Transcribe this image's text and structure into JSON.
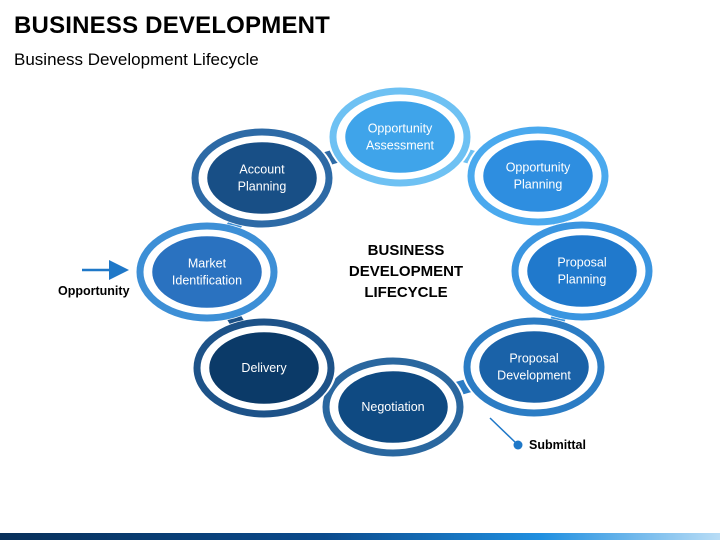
{
  "header": {
    "title": "BUSINESS DEVELOPMENT",
    "subtitle": "Business Development Lifecycle"
  },
  "diagram": {
    "center_label": [
      "BUSINESS",
      "DEVELOPMENT",
      "LIFECYCLE"
    ],
    "nodes": [
      {
        "lines": [
          "Opportunity",
          "Assessment"
        ],
        "color": "#3fa4ea",
        "ring": "#6ec1f3"
      },
      {
        "lines": [
          "Opportunity",
          "Planning"
        ],
        "color": "#2e8ee0",
        "ring": "#4aa9ee"
      },
      {
        "lines": [
          "Proposal",
          "Planning"
        ],
        "color": "#2079cc",
        "ring": "#3a95e0"
      },
      {
        "lines": [
          "Proposal",
          "Development"
        ],
        "color": "#1a62a8",
        "ring": "#2b7cc4"
      },
      {
        "lines": [
          "Negotiation"
        ],
        "color": "#0f4a82",
        "ring": "#2a679f"
      },
      {
        "lines": [
          "Delivery"
        ],
        "color": "#0b3a68",
        "ring": "#1d5288"
      },
      {
        "lines": [
          "Market",
          "Identification"
        ],
        "color": "#2a72c0",
        "ring": "#3d8fd6"
      },
      {
        "lines": [
          "Account",
          "Planning"
        ],
        "color": "#184f86",
        "ring": "#2d6aa6"
      }
    ],
    "input_label": "Opportunity",
    "output_label": "Submittal",
    "accent_color": "#1f78c8"
  }
}
